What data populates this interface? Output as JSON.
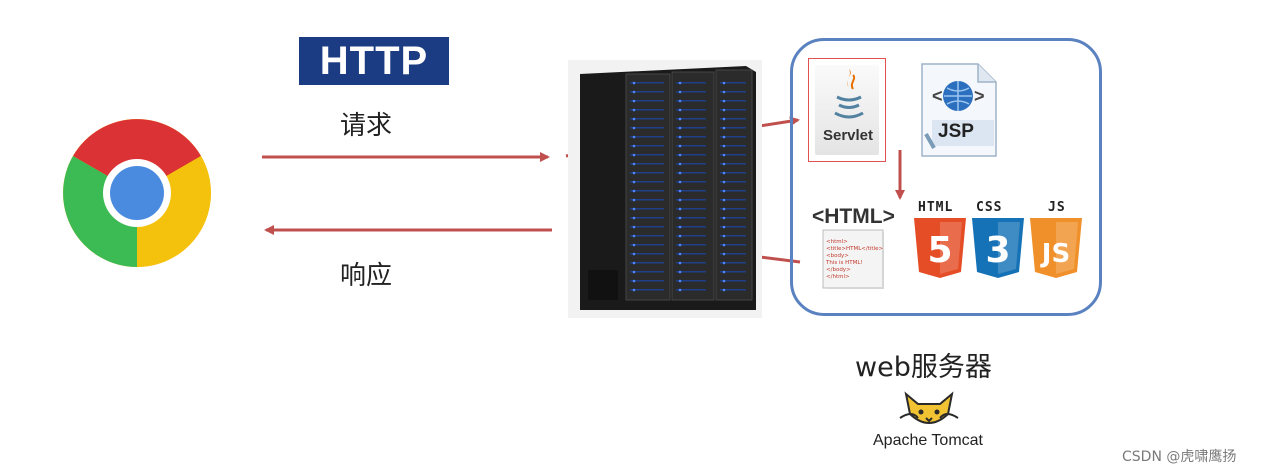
{
  "http_logo": {
    "text": "HTTP"
  },
  "request": {
    "label": "请求"
  },
  "response": {
    "label": "响应"
  },
  "web_server": {
    "title": "web服务器"
  },
  "components": {
    "servlet": "Servlet",
    "jsp": "JSP",
    "html_doc": "<HTML>",
    "html_doc_lines": [
      "<html>",
      "<title>HTML</title>",
      "<body>",
      "This is HTML!",
      "</body>",
      "</html>"
    ],
    "badges": [
      {
        "label": "HTML",
        "digit": "5",
        "color": "#e44d26"
      },
      {
        "label": "CSS",
        "digit": "3",
        "color": "#1572b6"
      },
      {
        "label": "JS",
        "digit": "JS",
        "color": "#f0902a"
      }
    ]
  },
  "tomcat": {
    "label": "Apache Tomcat"
  },
  "watermark": "CSDN @虎啸鹰扬",
  "colors": {
    "arrow": "#c0504d",
    "box_border": "#5b82c0",
    "http_bg": "#1b3c83"
  }
}
